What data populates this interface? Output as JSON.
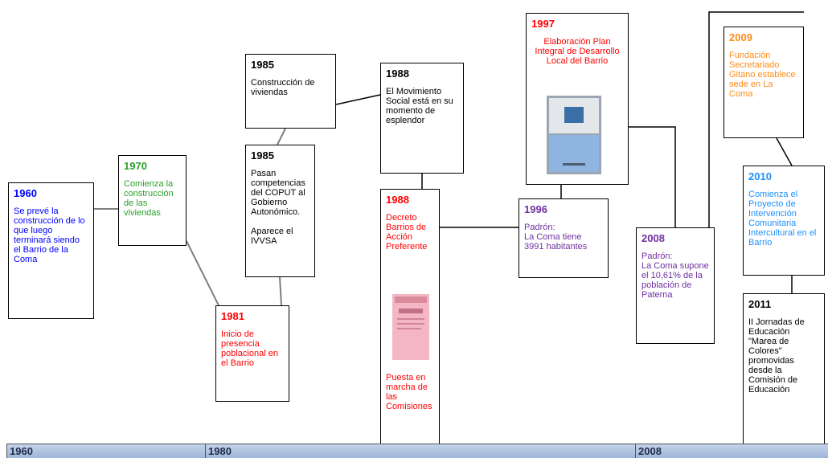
{
  "colors": {
    "blue": "#0000ff",
    "green": "#2aa12a",
    "red": "#ff0000",
    "purple": "#7030a0",
    "orange": "#ff8c1a",
    "teal": "#1e90ff",
    "black": "#000000"
  },
  "events": [
    {
      "id": "e1960",
      "year": "1960",
      "text": "Se prevé la construcción de lo que luego terminará siendo el Barrio de la Coma",
      "color": "blue"
    },
    {
      "id": "e1970",
      "year": "1970",
      "text": "Comienza la construcción de las viviendas",
      "color": "green"
    },
    {
      "id": "e1985a",
      "year": "1985",
      "text": "Construcción de viviendas",
      "color": "black"
    },
    {
      "id": "e1985b",
      "year": "1985",
      "text": "Pasan competencias del COPUT al Gobierno Autonómico.\n\nAparece el IVVSA",
      "color": "black"
    },
    {
      "id": "e1981",
      "year": "1981",
      "text": "Inicio de presencia poblacional en el Barrio",
      "color": "red"
    },
    {
      "id": "e1988a",
      "year": "1988",
      "text": "El Movimiento Social está en su momento de esplendor",
      "color": "black"
    },
    {
      "id": "e1988b",
      "year": "1988",
      "text": "Decreto Barrios de Acción Preferente",
      "text2": "Puesta en marcha de las Comisiones",
      "color": "red"
    },
    {
      "id": "e1997",
      "year": "1997",
      "text": "Elaboración Plan Integral de Desarrollo Local del Barrio",
      "color": "red"
    },
    {
      "id": "e1996",
      "year": "1996",
      "text": "Padrón:\nLa Coma tiene 3991 habitantes",
      "color": "purple"
    },
    {
      "id": "e2008",
      "year": "2008",
      "text": "Padrón:\nLa Coma supone el 10,61% de la población de Paterna",
      "color": "purple"
    },
    {
      "id": "e2009",
      "year": "2009",
      "text": "Fundación Secretariado Gitano establece sede en La Coma",
      "color": "orange"
    },
    {
      "id": "e2010",
      "year": "2010",
      "text": "Comienza el Proyecto de Intervención Comunitaria Intercultural en el Barrio",
      "color": "teal"
    },
    {
      "id": "e2011",
      "year": "2011",
      "text": "II Jornadas de Educación \"Marea de Colores\" promovidas desde la Comisión de Educación",
      "color": "black"
    }
  ],
  "axis": {
    "segments": [
      "1960",
      "1980",
      "2008"
    ]
  }
}
